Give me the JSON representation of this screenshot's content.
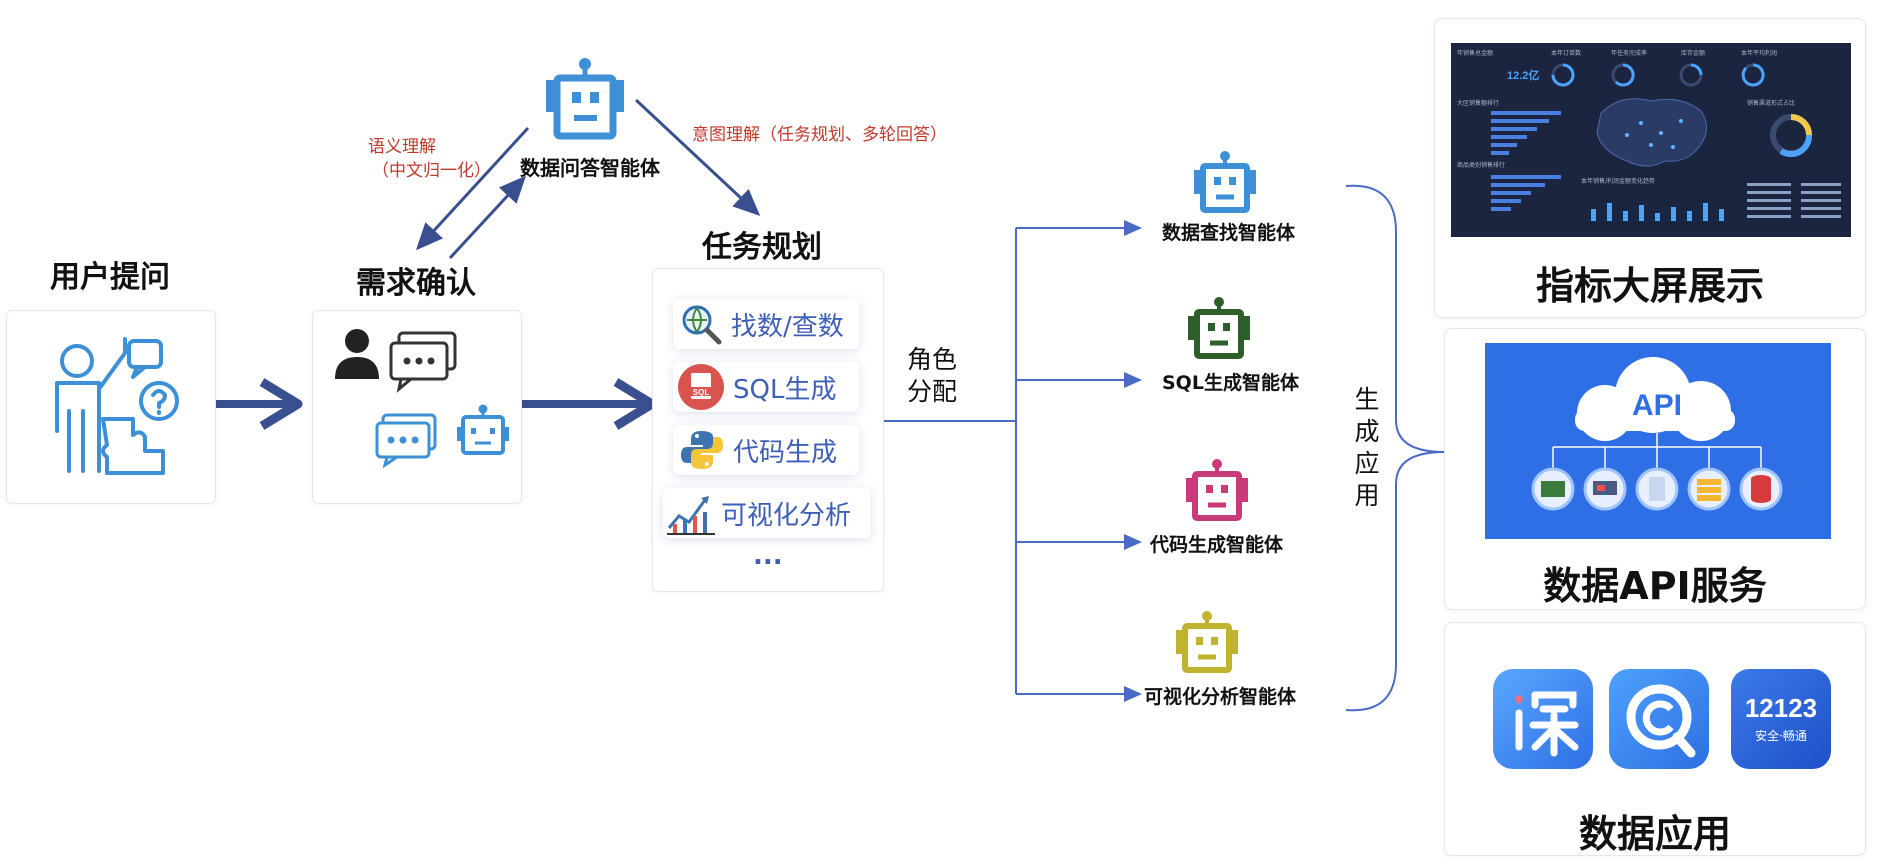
{
  "stages": {
    "user_question": "用户提问",
    "requirement_confirm": "需求确认",
    "task_planning": "任务规划"
  },
  "qa_agent": "数据问答智能体",
  "notes": {
    "semantic": "语义理解",
    "semantic_sub": "（中文归一化）",
    "intent": "意图理解（任务规划、多轮回答）"
  },
  "tasks": [
    {
      "label": "找数/查数",
      "icon": "magnifier-globe-icon"
    },
    {
      "label": "SQL生成",
      "icon": "sql-file-icon"
    },
    {
      "label": "代码生成",
      "icon": "python-icon"
    },
    {
      "label": "可视化分析",
      "icon": "chart-icon"
    }
  ],
  "task_more": "...",
  "role_assign": "角色\n分配",
  "agents": [
    {
      "label": "数据查找智能体",
      "color": "#3d8fd6"
    },
    {
      "label": "SQL生成智能体",
      "color": "#2e5e2a"
    },
    {
      "label": "代码生成智能体",
      "color": "#c83a7a"
    },
    {
      "label": "可视化分析智能体",
      "color": "#c2b32e"
    }
  ],
  "generate_app": "生\n成\n应\n用",
  "outputs": {
    "dashboard_title": "指标大屏展示",
    "api_title": "数据API服务",
    "api_badge": "API",
    "apps_title": "数据应用",
    "app3_number": "12123",
    "app3_sub": "安全·畅通"
  },
  "dashboard": {
    "stat_big": "12.2亿",
    "labels": [
      "年销售总金额",
      "本年订单数",
      "年任务完成率",
      "库存金额",
      "本年平均利润"
    ],
    "panel_titles": [
      "大区销售额排行",
      "商品类别销售排行",
      "本年销售/利润金额变化趋势",
      "销售渠道形式占比"
    ]
  },
  "colors": {
    "primary_arrow": "#3a4f8f",
    "accent_blue": "#3f5fb7",
    "note_red": "#c0392b",
    "api_bg": "#2f6fe6",
    "dashboard_bg": "#1c2540"
  }
}
